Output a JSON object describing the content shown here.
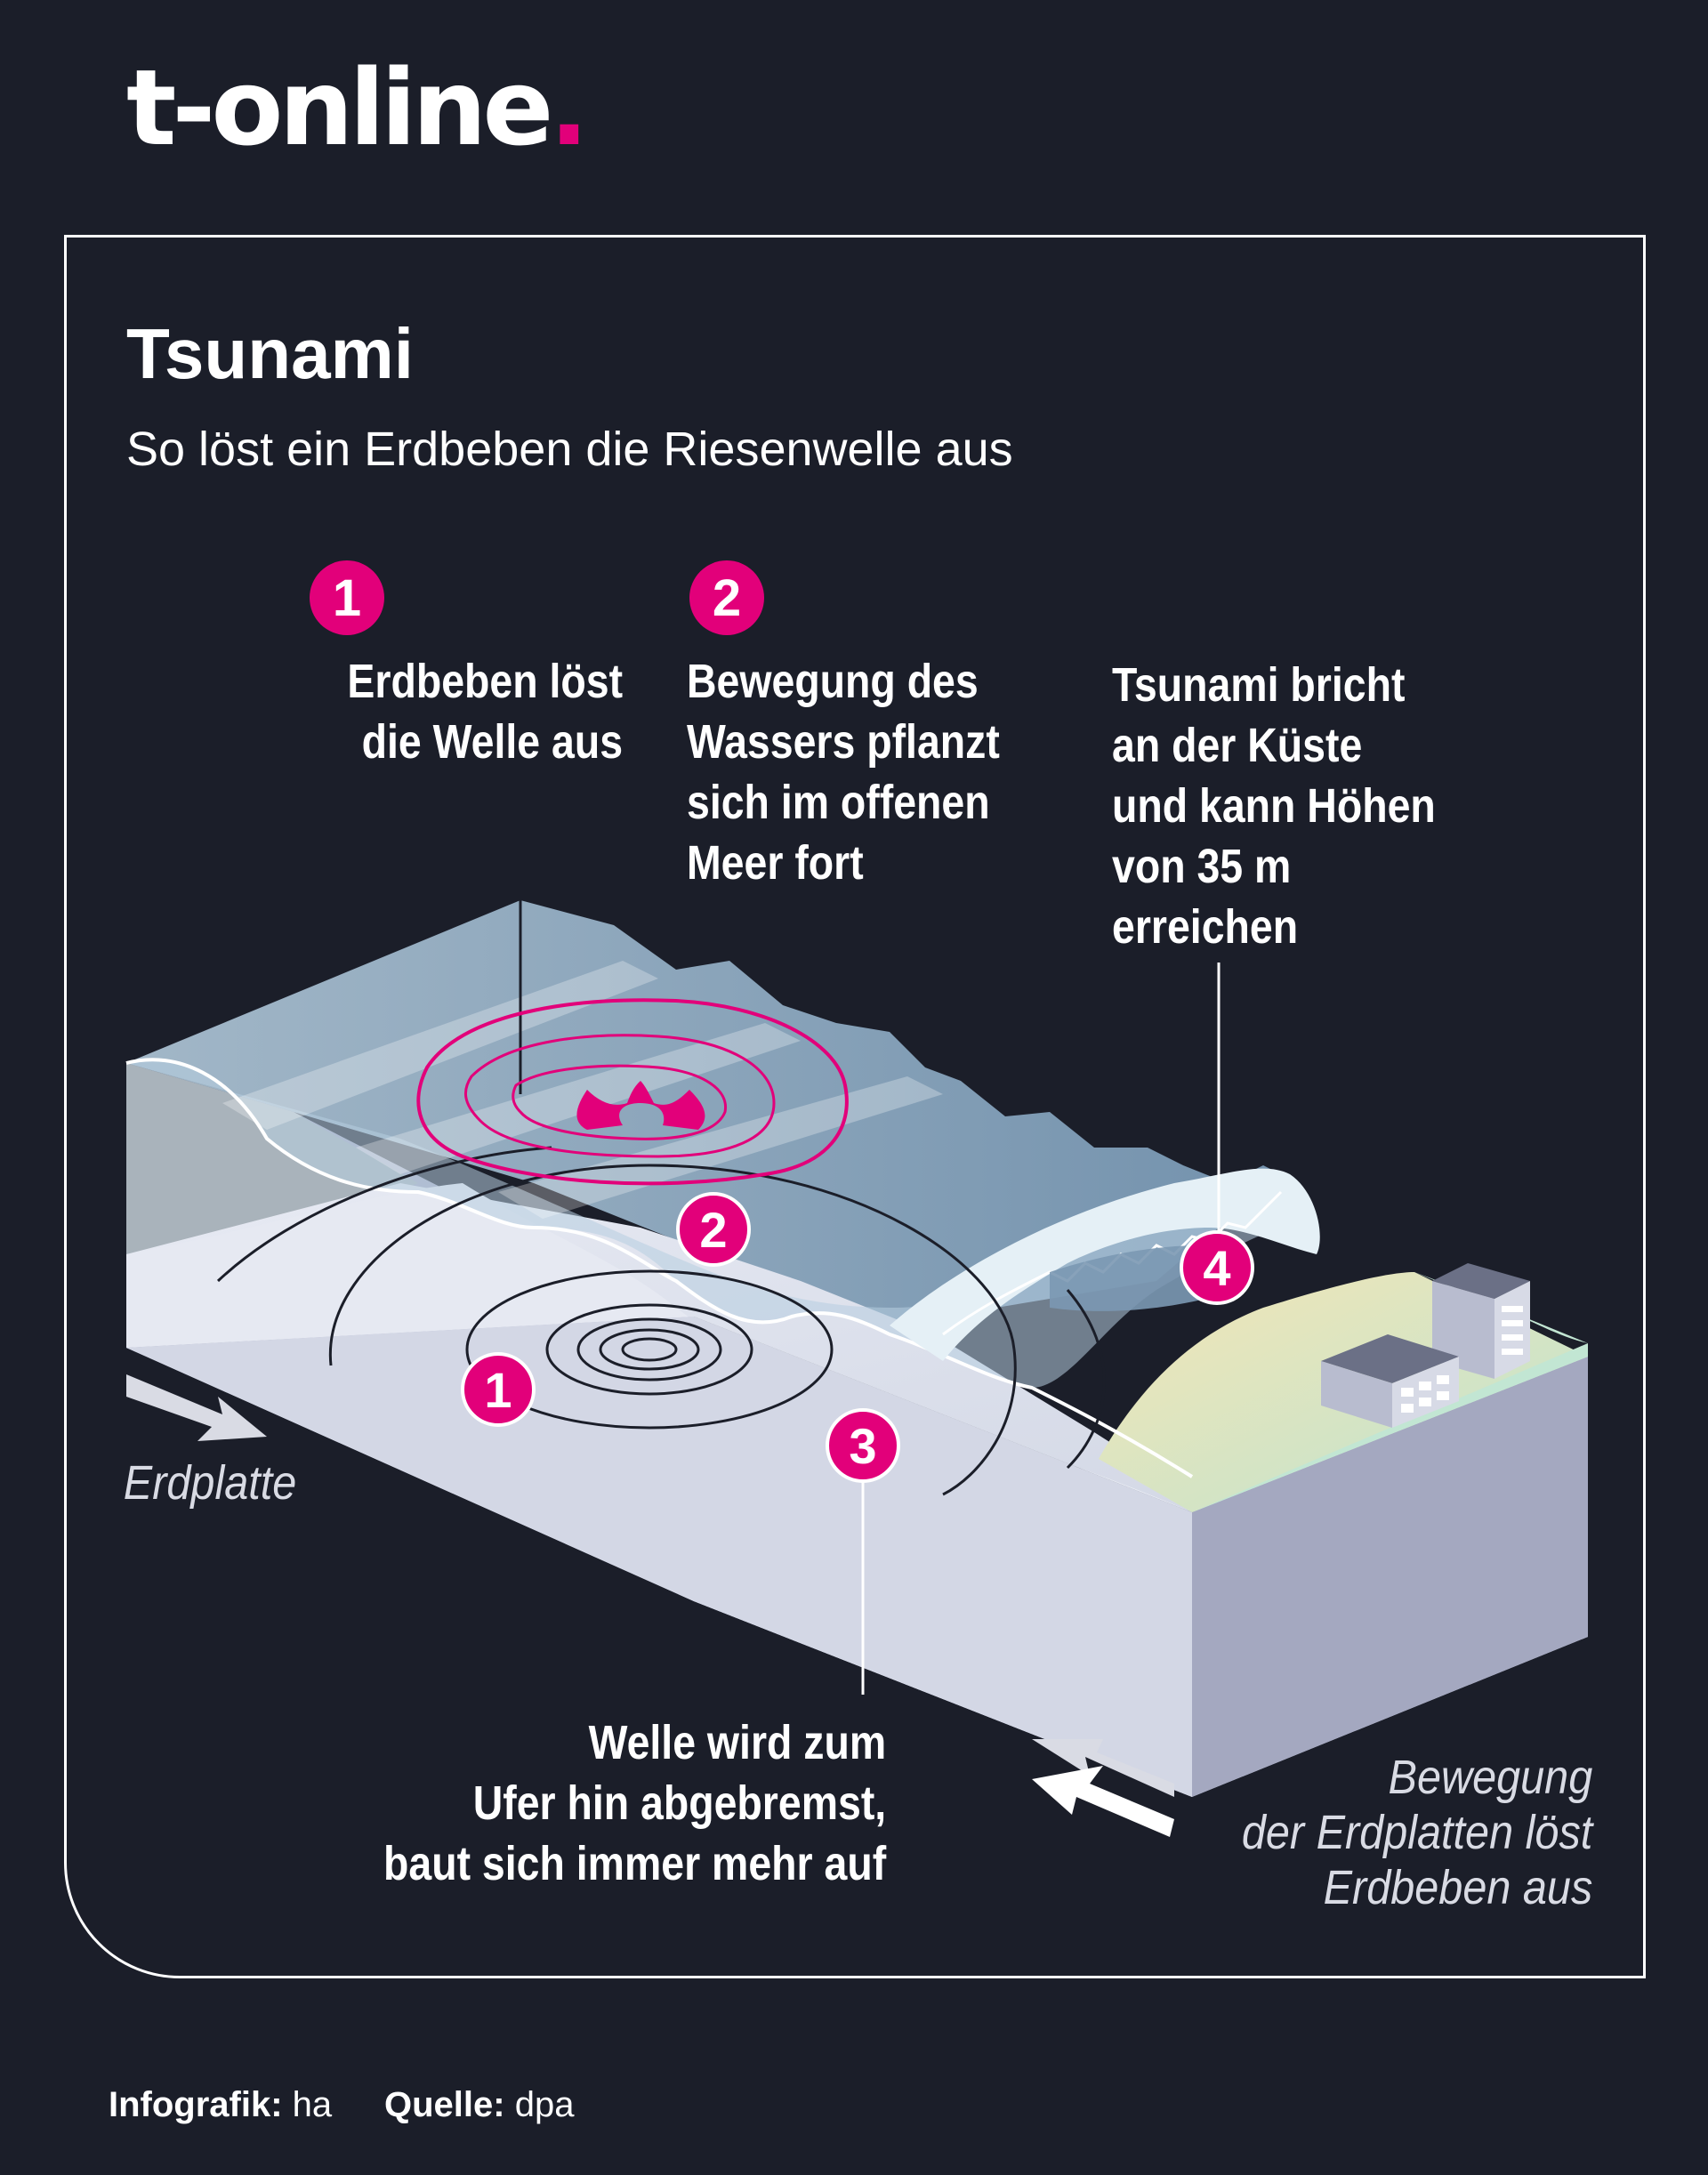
{
  "brand": {
    "name": "t-online",
    "dot": "."
  },
  "title": "Tsunami",
  "subtitle": "So löst ein Erdbeben die Riesenwelle aus",
  "steps": [
    {
      "number": "1",
      "lines": [
        "Erdbeben löst",
        "die Welle aus"
      ]
    },
    {
      "number": "2",
      "lines": [
        "Bewegung des",
        "Wassers pflanzt",
        "sich im offenen",
        "Meer fort"
      ]
    },
    {
      "number": "3",
      "lines": [
        "Welle wird zum",
        "Ufer hin abgebremst,",
        "baut sich immer mehr auf"
      ]
    },
    {
      "number": "4",
      "lines": [
        "Tsunami bricht",
        "an der Küste",
        "und kann Höhen",
        "von 35 m",
        "erreichen"
      ]
    }
  ],
  "labels": {
    "plate": "Erdplatte",
    "movement": [
      "Bewegung",
      "der Erdplatten löst",
      "Erdbeben aus"
    ]
  },
  "credits": {
    "graphic_label": "Infografik:",
    "graphic_value": "ha",
    "source_label": "Quelle:",
    "source_value": "dpa"
  },
  "colors": {
    "accent": "#e2007a",
    "background": "#1b1e29"
  }
}
